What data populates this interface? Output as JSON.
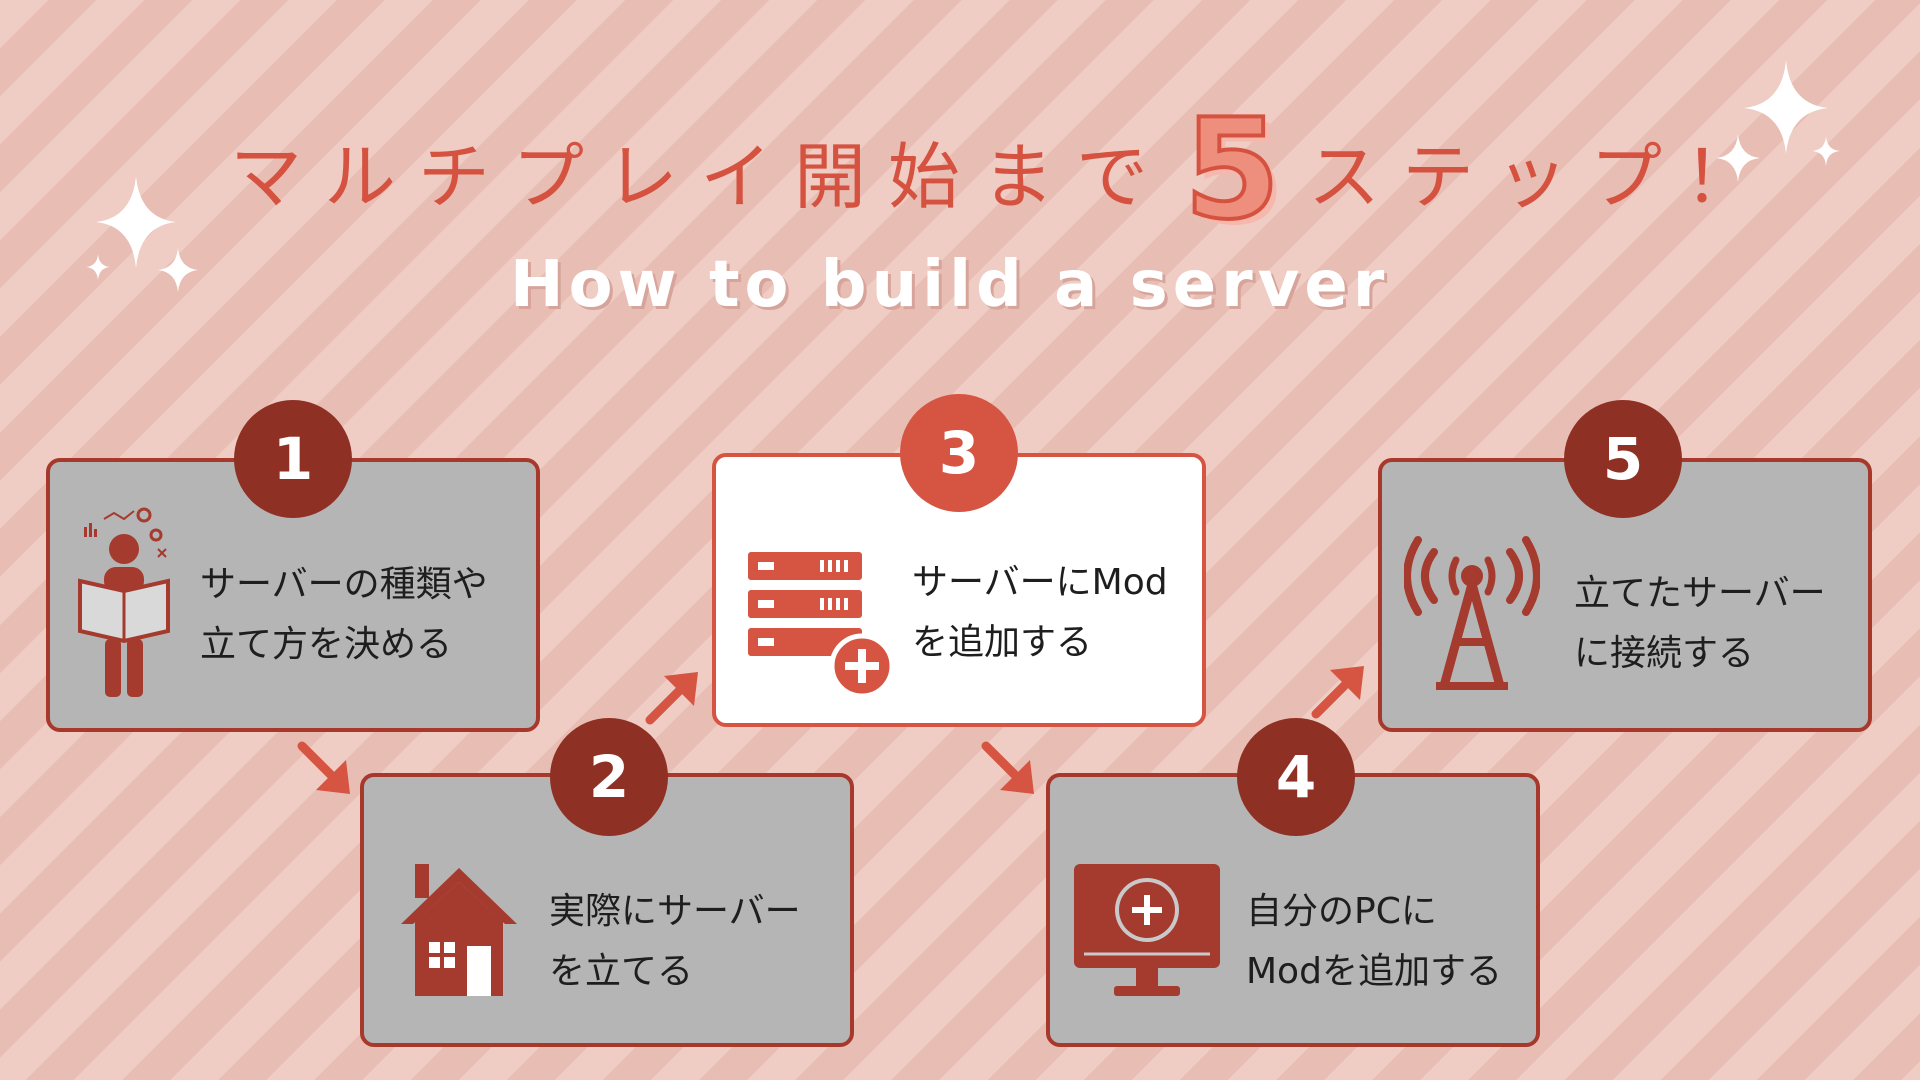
{
  "header": {
    "title_before": "マルチプレイ開始まで",
    "title_number": "5",
    "title_after": "ステップ！",
    "subtitle": "How to build a server"
  },
  "steps": [
    {
      "number": "1",
      "line1": "サーバーの種類や",
      "line2": "立て方を決める",
      "icon": "planner-icon",
      "highlighted": false
    },
    {
      "number": "2",
      "line1": "実際にサーバー",
      "line2": "を立てる",
      "icon": "house-icon",
      "highlighted": false
    },
    {
      "number": "3",
      "line1": "サーバーにMod",
      "line2": "を追加する",
      "icon": "server-add-icon",
      "highlighted": true
    },
    {
      "number": "4",
      "line1": "自分のPCに",
      "line2": "Modを追加する",
      "icon": "monitor-add-icon",
      "highlighted": false
    },
    {
      "number": "5",
      "line1": "立てたサーバー",
      "line2": "に接続する",
      "icon": "antenna-icon",
      "highlighted": false
    }
  ],
  "colors": {
    "accent": "#d55240",
    "dark": "#8f3024",
    "card_fill": "#b5b5b5",
    "highlight_fill": "#ffffff",
    "background": "#ecc6bd"
  }
}
